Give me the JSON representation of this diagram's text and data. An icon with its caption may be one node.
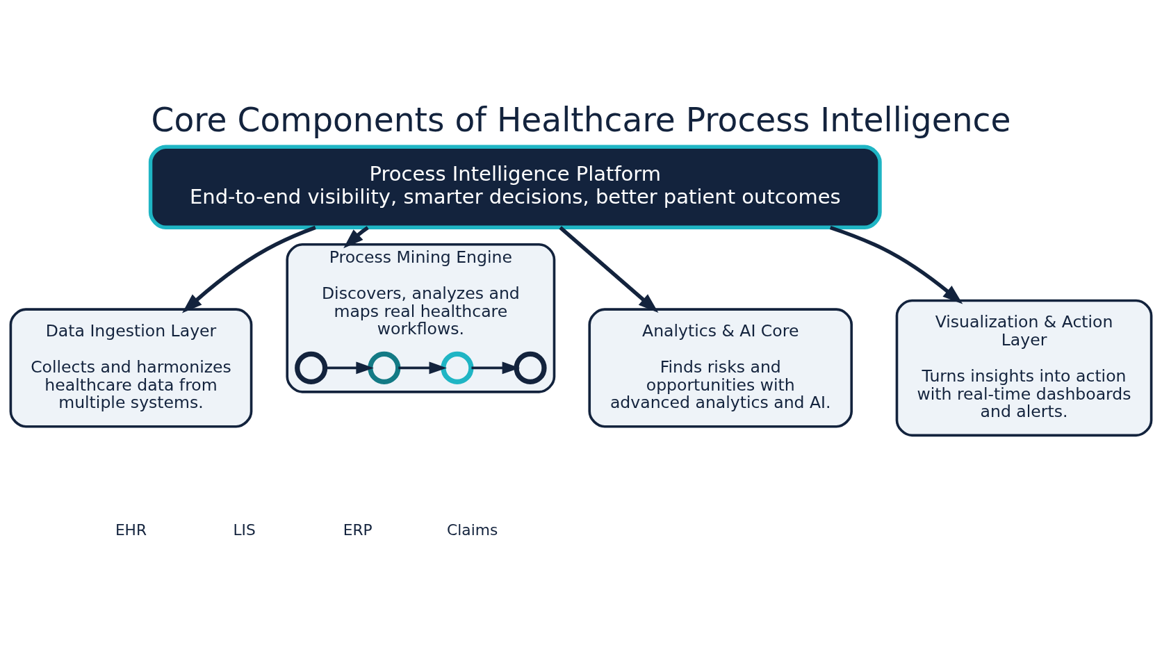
{
  "diagram": {
    "title": "Core Components of Healthcare Process Intelligence",
    "nodes": [
      {
        "text": [
          "Process Intelligence Platform",
          "End-to-end visibility, smarter decisions, better patient outcomes"
        ]
      },
      {
        "text": [
          "Data Ingestion Layer",
          "Collects and harmonizes healthcare data from multiple systems."
        ]
      },
      {
        "text": [
          "Process Mining Engine",
          "Discovers, analyzes and maps real healthcare workflows."
        ]
      },
      {
        "text": [
          "Analytics & AI Core",
          "Finds risks and opportunities with advanced analytics and AI."
        ]
      },
      {
        "text": [
          "Visualization & Action Layer",
          "Turns insights into action with real-time dashboards and alerts."
        ]
      },
      {
        "text": [],
        "shape": "circle",
        "in": 2
      },
      {
        "text": [],
        "shape": "circle",
        "in": 2
      },
      {
        "text": [],
        "shape": "circle",
        "in": 2
      },
      {
        "text": [],
        "shape": "circle",
        "in": 2
      }
    ],
    "edges": [
      {
        "from": 0,
        "to": 1,
        "arrow": "to"
      },
      {
        "from": 0,
        "to": 2,
        "arrow": "to"
      },
      {
        "from": 0,
        "to": 3,
        "arrow": "to"
      },
      {
        "from": 0,
        "to": 4,
        "arrow": "to"
      },
      {
        "from": 5,
        "to": 6,
        "arrow": "to"
      },
      {
        "from": 6,
        "to": 7,
        "arrow": "to"
      },
      {
        "from": 7,
        "to": 8,
        "arrow": "to"
      }
    ],
    "labels": [
      "EHR",
      "LIS",
      "ERP",
      "Claims"
    ]
  }
}
